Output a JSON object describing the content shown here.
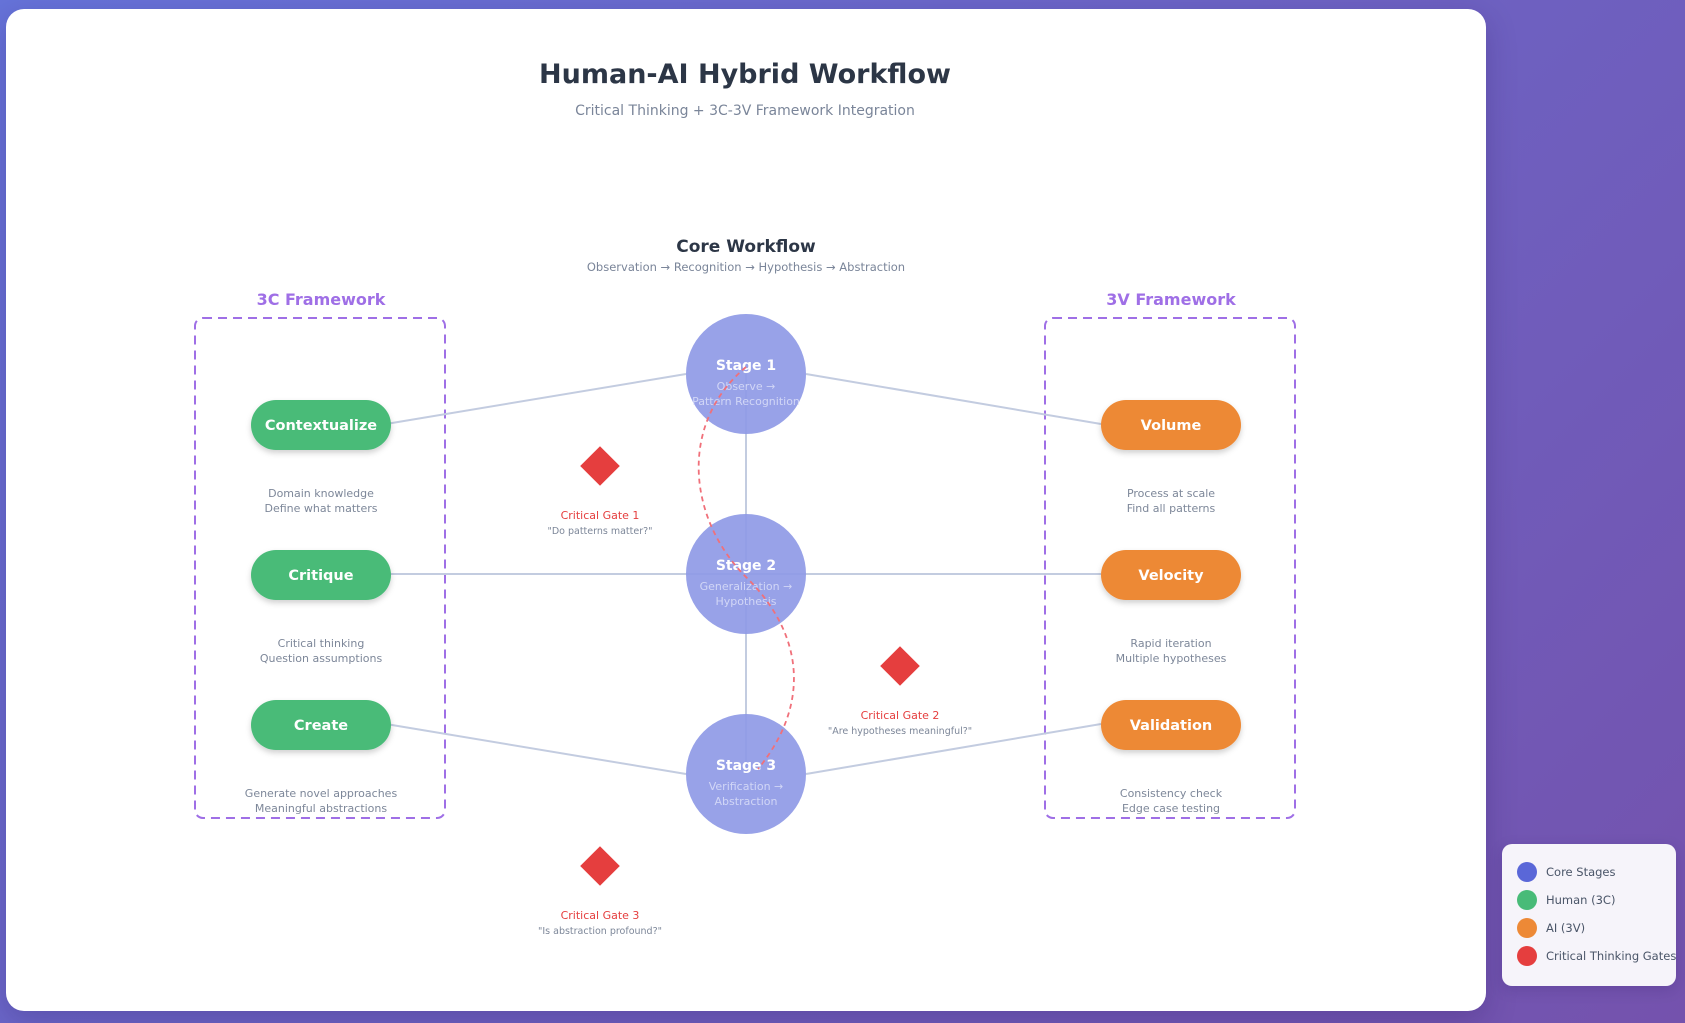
{
  "header": {
    "title": "Human-AI Hybrid Workflow",
    "subtitle": "Critical Thinking + 3C-3V Framework Integration"
  },
  "core": {
    "title": "Core Workflow",
    "subtitle": "Observation → Recognition → Hypothesis → Abstraction"
  },
  "frameworks": {
    "left_title": "3C Framework",
    "right_title": "3V Framework"
  },
  "human_3c": [
    {
      "label": "Contextualize",
      "desc1": "Domain knowledge",
      "desc2": "Define what matters"
    },
    {
      "label": "Critique",
      "desc1": "Critical thinking",
      "desc2": "Question assumptions"
    },
    {
      "label": "Create",
      "desc1": "Generate novel approaches",
      "desc2": "Meaningful abstractions"
    }
  ],
  "ai_3v": [
    {
      "label": "Volume",
      "desc1": "Process at scale",
      "desc2": "Find all patterns"
    },
    {
      "label": "Velocity",
      "desc1": "Rapid iteration",
      "desc2": "Multiple hypotheses"
    },
    {
      "label": "Validation",
      "desc1": "Consistency check",
      "desc2": "Edge case testing"
    }
  ],
  "stages": [
    {
      "label": "Stage 1",
      "sub1": "Observe →",
      "sub2": "Pattern Recognition"
    },
    {
      "label": "Stage 2",
      "sub1": "Generalization →",
      "sub2": "Hypothesis"
    },
    {
      "label": "Stage 3",
      "sub1": "Verification →",
      "sub2": "Abstraction"
    }
  ],
  "gates": [
    {
      "label": "Critical Gate 1",
      "question": "\"Do patterns matter?\""
    },
    {
      "label": "Critical Gate 2",
      "question": "\"Are hypotheses meaningful?\""
    },
    {
      "label": "Critical Gate 3",
      "question": "\"Is abstraction profound?\""
    }
  ],
  "legend": [
    {
      "label": "Core Stages",
      "color": "#5a67d8"
    },
    {
      "label": "Human (3C)",
      "color": "#48bb78"
    },
    {
      "label": "AI (3V)",
      "color": "#ed8936"
    },
    {
      "label": "Critical Thinking Gates",
      "color": "#e53e3e"
    }
  ],
  "colors": {
    "stage_fill": "#8f9ae6",
    "human": "#48bb78",
    "ai": "#ed8936",
    "gate": "#e53e3e",
    "framework_border": "#9f6fe6",
    "connector": "#c3cce0"
  }
}
